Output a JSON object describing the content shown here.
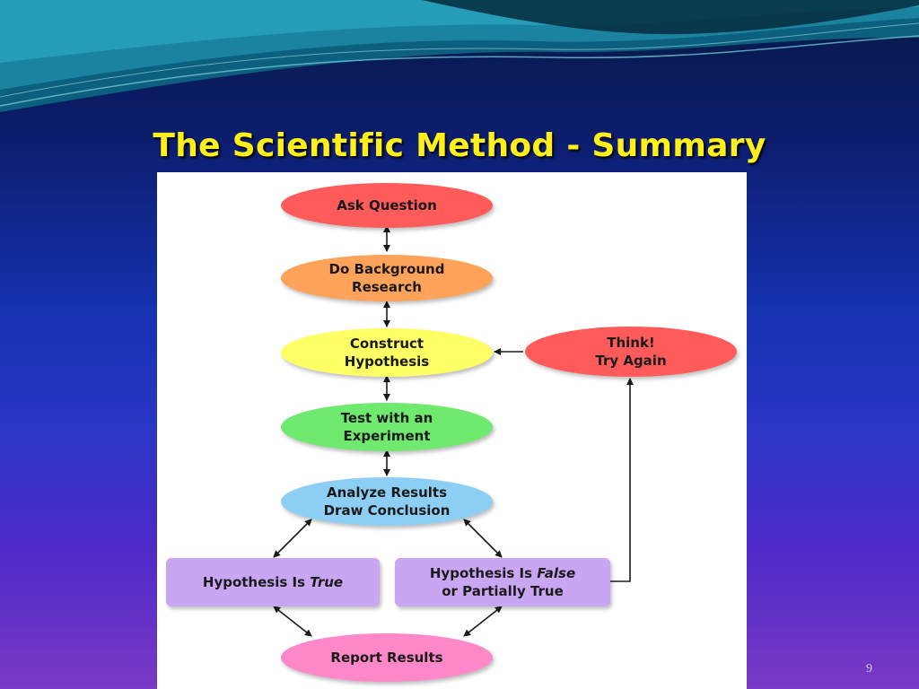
{
  "slide": {
    "title": "The Scientific Method - Summary",
    "page_number": "9"
  },
  "diagram": {
    "nodes": {
      "ask_question": {
        "label": "Ask Question",
        "color": "#ff5b5b"
      },
      "background_research": {
        "line1": "Do Background",
        "line2": "Research",
        "color": "#ffa35a"
      },
      "construct_hypothesis": {
        "line1": "Construct",
        "line2": "Hypothesis",
        "color": "#ffff66"
      },
      "test_experiment": {
        "line1": "Test with an",
        "line2": "Experiment",
        "color": "#6fea6f"
      },
      "analyze_results": {
        "line1": "Analyze Results",
        "line2": "Draw Conclusion",
        "color": "#8dcff4"
      },
      "think_try_again": {
        "line1": "Think!",
        "line2": "Try Again",
        "color": "#ff5b5b"
      },
      "hypothesis_true": {
        "prefix": "Hypothesis Is ",
        "emph": "True",
        "color": "#c9a6f2"
      },
      "hypothesis_false": {
        "prefix": "Hypothesis Is ",
        "emph": "False",
        "line2": "or Partially True",
        "color": "#c9a6f2"
      },
      "report_results": {
        "label": "Report Results",
        "color": "#ff88c8"
      }
    }
  }
}
